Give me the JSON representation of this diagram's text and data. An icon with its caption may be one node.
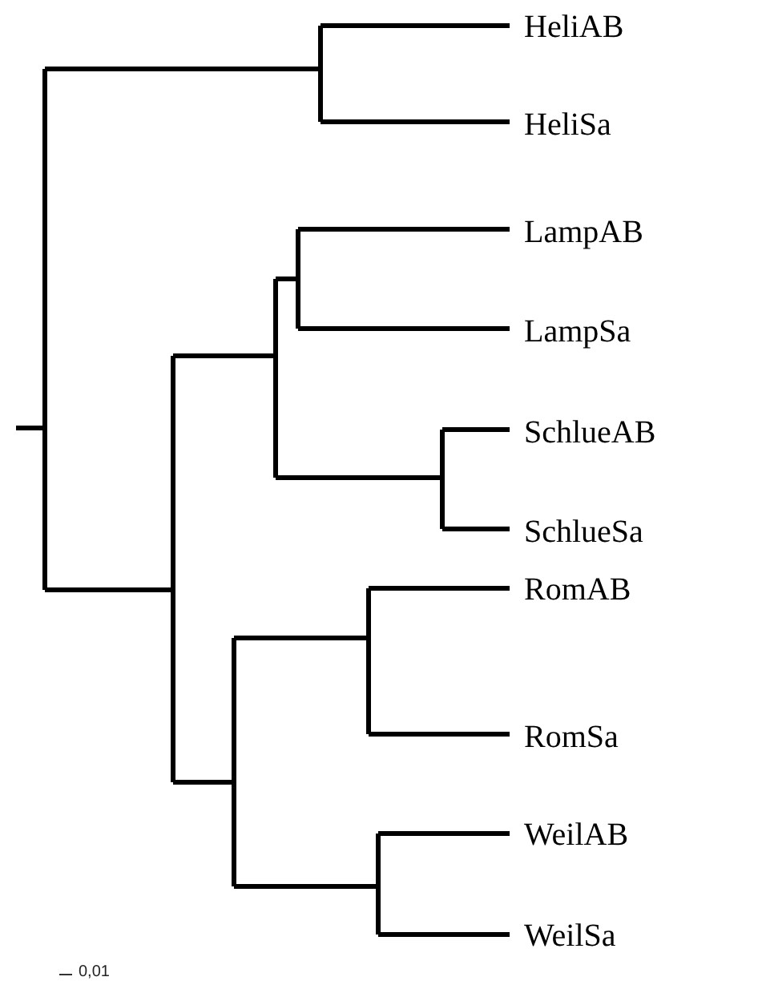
{
  "diagram": {
    "labels": [
      "HeliAB",
      "HeliSa",
      "LampAB",
      "LampSa",
      "SchlueAB",
      "SchlueSa",
      "RomAB",
      "RomSa",
      "WeilAB",
      "WeilSa",
      "0,01"
    ]
  }
}
